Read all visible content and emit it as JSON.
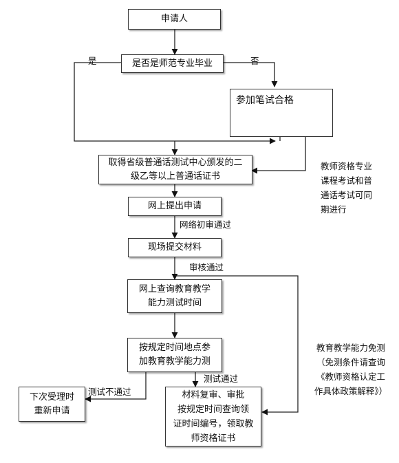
{
  "nodes": {
    "applicant": "申请人",
    "is_normal_graduate": "是否是师范专业毕业",
    "written_exam": "参加笔试合格",
    "putonghua_cert": "取得省级普通话测试中心颁发的二\n级乙等以上普通话证书",
    "online_apply": "网上提出申请",
    "submit_materials": "现场提交材料",
    "query_test_time": "网上查询教育教学\n能力测试时间",
    "take_ability_test": "按规定时间地点参\n加教育教学能力测",
    "reapply": "下次受理时\n重新申请",
    "review_and_collect": "材料复审、审批\n按规定时间查询领\n证时间编号，领取教\n师资格证书"
  },
  "edge_labels": {
    "yes": "是",
    "no": "否",
    "online_review_passed": "网络初审通过",
    "review_passed": "审核通过",
    "test_failed": "测试不通过",
    "test_passed": "测试通过"
  },
  "notes": {
    "concurrent_exams": "教师资格专业\n课程考试和普\n通话考试可同\n期进行",
    "exemption": "教育教学能力免测\n（免测条件请查询\n《教师资格认定工\n作具体政策解释》）"
  }
}
